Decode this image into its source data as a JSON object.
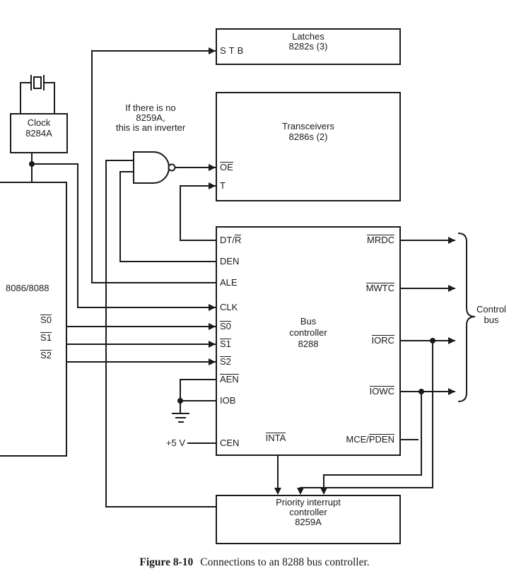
{
  "caption": {
    "figure": "Figure 8-10",
    "text": "Connections to an 8288 bus controller."
  },
  "notes": {
    "inverter": [
      "If there is no",
      "8259A,",
      "this is an inverter"
    ],
    "control_bus": [
      "Control",
      "bus"
    ],
    "plus_five_volts": "+5 V"
  },
  "cpu": {
    "label": "8086/8088",
    "pins": {
      "s0": {
        "plain": "",
        "over": "S0"
      },
      "s1": {
        "plain": "",
        "over": "S1"
      },
      "s2": {
        "plain": "",
        "over": "S2"
      }
    }
  },
  "clock": {
    "lines": [
      "Clock",
      "8284A"
    ]
  },
  "latches": {
    "lines": [
      "Latches",
      "8282s (3)"
    ],
    "pins": {
      "stb": "STB"
    }
  },
  "transceivers": {
    "lines": [
      "Transceivers",
      "8286s (2)"
    ],
    "pins": {
      "oe": {
        "plain": "",
        "over": "OE"
      },
      "t": "T"
    }
  },
  "bus_controller": {
    "lines": [
      "Bus",
      "controller",
      "8288"
    ],
    "pins_left": {
      "dtr": {
        "plain": "DT/",
        "over": "R"
      },
      "den": "DEN",
      "ale": "ALE",
      "clk": "CLK",
      "s0": {
        "plain": "",
        "over": "S0"
      },
      "s1": {
        "plain": "",
        "over": "S1"
      },
      "s2": {
        "plain": "",
        "over": "S2"
      },
      "aen": {
        "plain": "",
        "over": "AEN"
      },
      "iob": "IOB",
      "cen": "CEN"
    },
    "pins_bottom": {
      "inta": {
        "plain": "",
        "over": "INTA"
      }
    },
    "pins_right": {
      "mrdc": {
        "plain": "",
        "over": "MRDC"
      },
      "mwtc": {
        "plain": "",
        "over": "MWTC"
      },
      "iorc": {
        "plain": "",
        "over": "IORC"
      },
      "iowc": {
        "plain": "",
        "over": "IOWC"
      },
      "mce_pden": {
        "plain": "MCE/",
        "over": "PDEN"
      }
    }
  },
  "interrupt_controller": {
    "lines": [
      "Priority interrupt",
      "controller",
      "8259A"
    ]
  },
  "colors": {
    "ink": "#1a1a1a",
    "paper": "#ffffff"
  }
}
